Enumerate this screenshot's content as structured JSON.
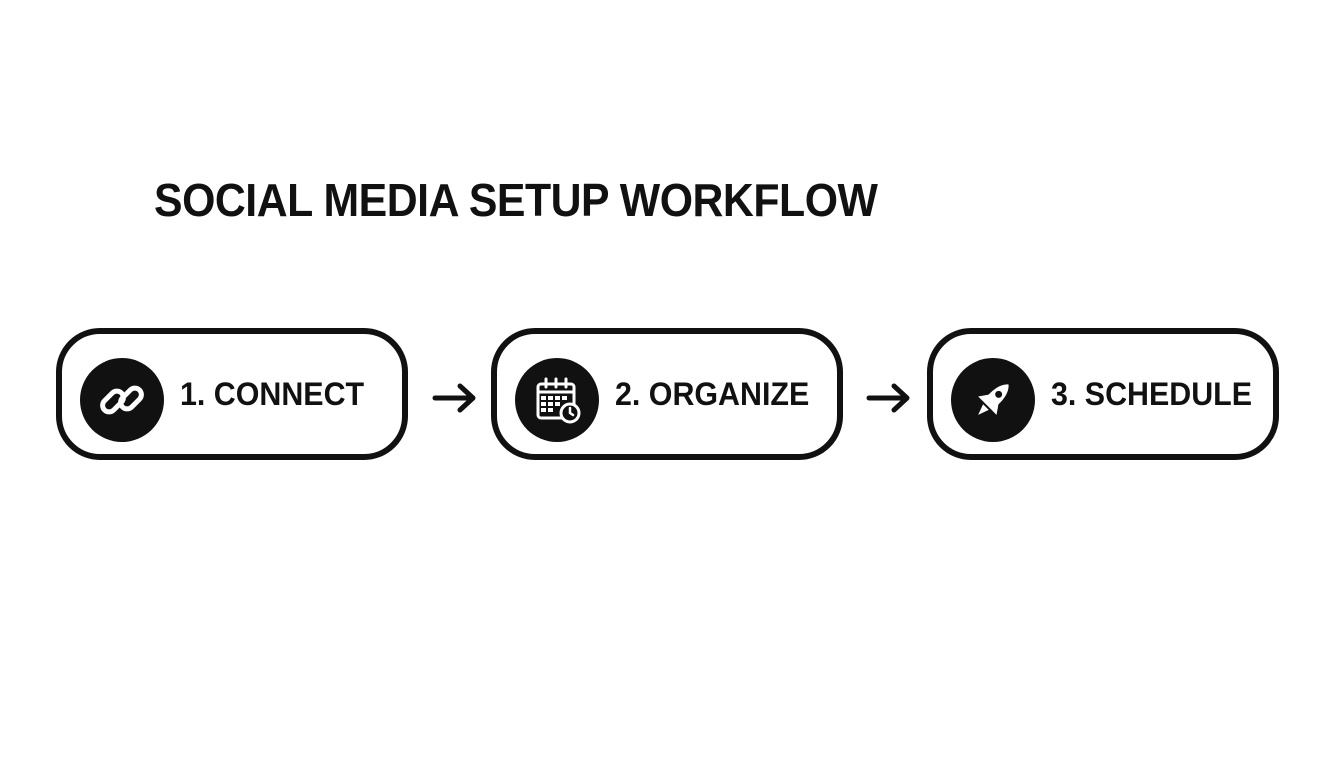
{
  "title": "SOCIAL MEDIA SETUP WORKFLOW",
  "steps": [
    {
      "label": "1. CONNECT",
      "icon": "link-icon"
    },
    {
      "label": "2. ORGANIZE",
      "icon": "calendar-icon"
    },
    {
      "label": "3. SCHEDULE",
      "icon": "rocket-icon"
    }
  ],
  "colors": {
    "ink": "#111111",
    "background": "#ffffff"
  }
}
